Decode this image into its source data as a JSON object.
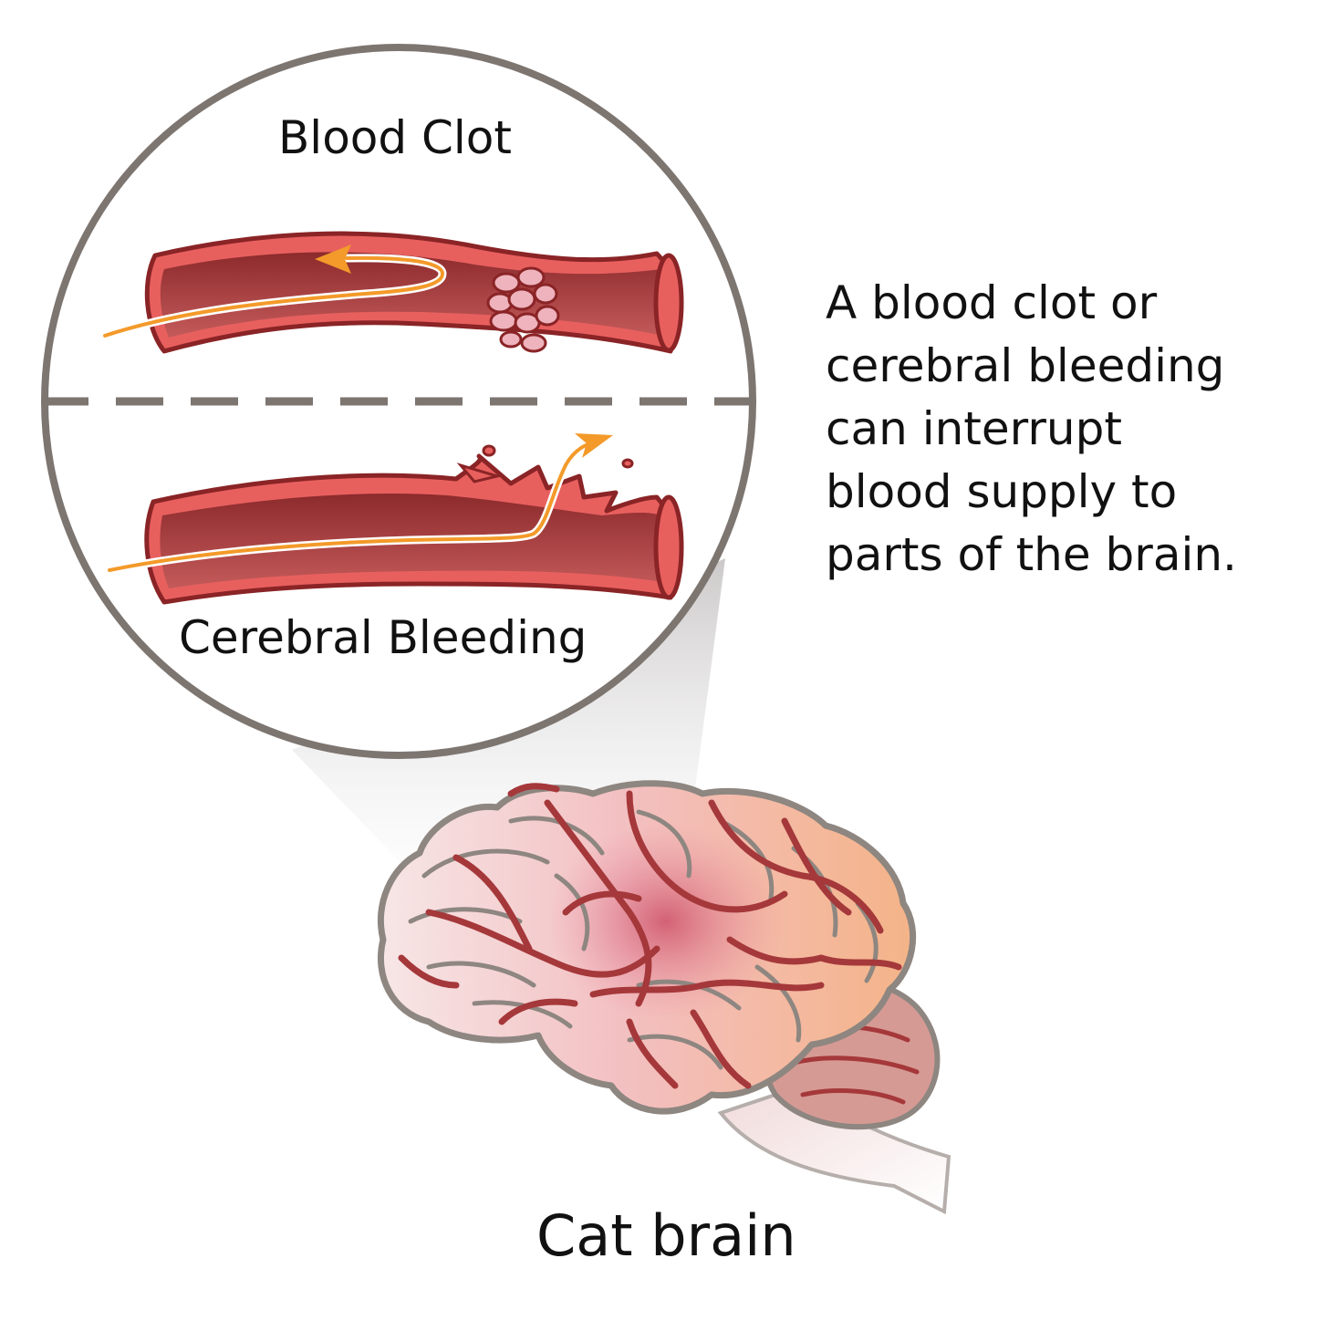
{
  "labels": {
    "blood_clot": "Blood Clot",
    "cerebral_bleeding": "Cerebral Bleeding",
    "cat_brain": "Cat brain"
  },
  "caption": {
    "lines": [
      "A blood clot or",
      "cerebral bleeding",
      "can interrupt",
      "blood supply to",
      "parts of the brain."
    ]
  },
  "colors": {
    "magnifier_ring": "#7d7570",
    "divider": "#7d7570",
    "vessel_dark": "#8e2a2c",
    "vessel_wall": "#e8605e",
    "vessel_outline": "#8a2426",
    "flow_arrow": "#f39a2a",
    "clot": "#eeb3bd",
    "brain_pink": "#f3c4c4",
    "brain_peach": "#f2b488",
    "brain_vein": "#a5383a",
    "brain_outline": "#8e8680"
  }
}
